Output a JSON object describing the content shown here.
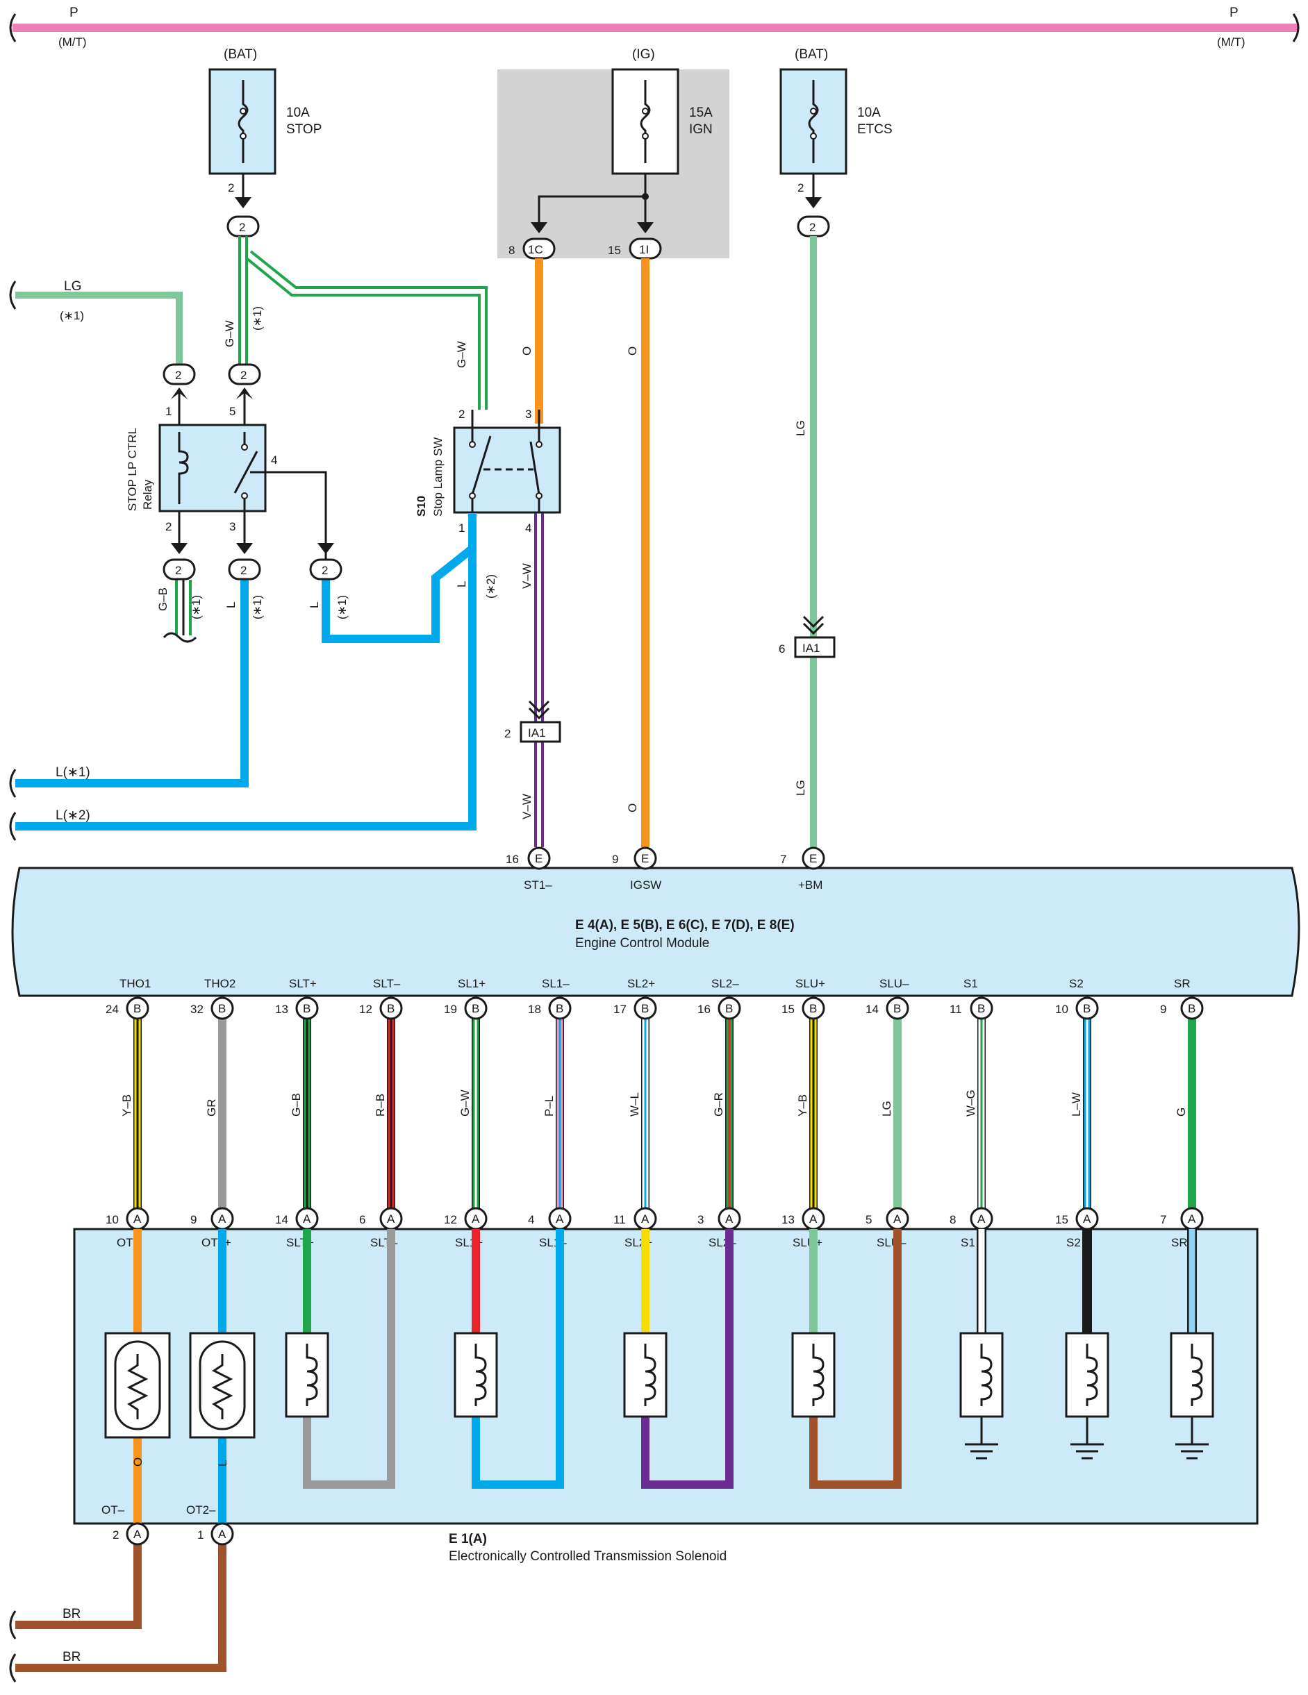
{
  "top_bus": {
    "label_left": "P",
    "label_right": "P",
    "sub_left": "(M/T)",
    "sub_right": "(M/T)"
  },
  "fuses": [
    {
      "source": "(BAT)",
      "rating": "10A",
      "name": "STOP",
      "out_pin": "2",
      "conn": "2"
    },
    {
      "source": "(IG)",
      "rating": "15A",
      "name": "IGN",
      "pin_a": "8",
      "conn_a": "1C",
      "pin_b": "15",
      "conn_b": "1I"
    },
    {
      "source": "(BAT)",
      "rating": "10A",
      "name": "ETCS",
      "out_pin": "2",
      "conn": "2"
    }
  ],
  "relay": {
    "title": "STOP LP CTRL",
    "subtitle": "Relay",
    "pins": {
      "p1": "1",
      "p5": "5",
      "p2": "2",
      "p3": "3",
      "p4": "4"
    },
    "conn": "2"
  },
  "stop_switch": {
    "code": "S10",
    "name": "Stop Lamp SW",
    "pins": {
      "p2": "2",
      "p3": "3",
      "p1": "1",
      "p4": "4"
    }
  },
  "left_wires": [
    {
      "color_code": "LG",
      "note": "(∗1)"
    },
    {
      "color_code": "L(∗1)"
    },
    {
      "color_code": "L(∗2)"
    }
  ],
  "wire_codes": {
    "gw_a": "G–W",
    "gw_a_note": "(∗1)",
    "gw_b": "G–W",
    "gb": "G–B",
    "gb_note": "(∗1)",
    "l_a": "L",
    "l_a_note": "(∗1)",
    "l_b": "L",
    "l_b_note": "(∗1)",
    "l_c": "L",
    "l_c_note": "(∗2)",
    "o_a": "O",
    "o_b": "O",
    "o_c": "O",
    "vw_a": "V–W",
    "vw_b": "V–W",
    "lg_a": "LG",
    "lg_b": "LG"
  },
  "junctions": [
    {
      "conn": "IA1",
      "pin": "2"
    },
    {
      "conn": "IA1",
      "pin": "6"
    }
  ],
  "ecm": {
    "title": "E 4(A), E 5(B), E 6(C), E 7(D), E 8(E)",
    "name": "Engine Control Module",
    "top_pins": [
      {
        "pin": "16",
        "conn": "E",
        "signal": "ST1–"
      },
      {
        "pin": "9",
        "conn": "E",
        "signal": "IGSW"
      },
      {
        "pin": "7",
        "conn": "E",
        "signal": "+BM"
      }
    ],
    "bottom_pins": [
      {
        "signal": "THO1",
        "pin": "24",
        "conn": "B",
        "wire": "Y–B",
        "c1": "#f5dd00",
        "c2": "#1a1a1a",
        "spin": "10"
      },
      {
        "signal": "THO2",
        "pin": "32",
        "conn": "B",
        "wire": "GR",
        "c1": "#9a9a9a",
        "c2": "",
        "spin": "9"
      },
      {
        "signal": "SLT+",
        "pin": "13",
        "conn": "B",
        "wire": "G–B",
        "c1": "#1fa64a",
        "c2": "#1a1a1a",
        "spin": "14"
      },
      {
        "signal": "SLT–",
        "pin": "12",
        "conn": "B",
        "wire": "R–B",
        "c1": "#e8232a",
        "c2": "#1a1a1a",
        "spin": "6"
      },
      {
        "signal": "SL1+",
        "pin": "19",
        "conn": "B",
        "wire": "G–W",
        "c1": "#1fa64a",
        "c2": "#ffffff",
        "spin": "12"
      },
      {
        "signal": "SL1–",
        "pin": "18",
        "conn": "B",
        "wire": "P–L",
        "c1": "#f39bc4",
        "c2": "#00a8ec",
        "spin": "4"
      },
      {
        "signal": "SL2+",
        "pin": "17",
        "conn": "B",
        "wire": "W–L",
        "c1": "#ffffff",
        "c2": "#00a8ec",
        "spin": "11"
      },
      {
        "signal": "SL2–",
        "pin": "16",
        "conn": "B",
        "wire": "G–R",
        "c1": "#1fa64a",
        "c2": "#e8232a",
        "spin": "3"
      },
      {
        "signal": "SLU+",
        "pin": "15",
        "conn": "B",
        "wire": "Y–B",
        "c1": "#f5dd00",
        "c2": "#1a1a1a",
        "spin": "13"
      },
      {
        "signal": "SLU–",
        "pin": "14",
        "conn": "B",
        "wire": "LG",
        "c1": "#7fc79a",
        "c2": "",
        "spin": "5"
      },
      {
        "signal": "S1",
        "pin": "11",
        "conn": "B",
        "wire": "W–G",
        "c1": "#ffffff",
        "c2": "#1fa64a",
        "spin": "8"
      },
      {
        "signal": "S2",
        "pin": "10",
        "conn": "B",
        "wire": "L–W",
        "c1": "#00a8ec",
        "c2": "#ffffff",
        "spin": "15"
      },
      {
        "signal": "SR",
        "pin": "9",
        "conn": "B",
        "wire": "G",
        "c1": "#1fa64a",
        "c2": "",
        "spin": "7"
      }
    ]
  },
  "solenoid": {
    "title": "E 1(A)",
    "name": "Electronically Controlled Transmission Solenoid",
    "conn": "A",
    "inner": [
      {
        "signal": "OT+",
        "wire": "O",
        "color": "#f7941d"
      },
      {
        "signal": "OT2+",
        "wire": "L",
        "color": "#00a8ec"
      },
      {
        "signal": "SLT+",
        "wire": "G",
        "color": "#1fa64a"
      },
      {
        "signal": "SLT–",
        "wire": "GR",
        "color": "#9a9a9a"
      },
      {
        "signal": "SL1+",
        "wire": "R",
        "color": "#e8232a"
      },
      {
        "signal": "SL1–",
        "wire": "L",
        "color": "#00a8ec"
      },
      {
        "signal": "SL2+",
        "wire": "Y",
        "color": "#f5dd00"
      },
      {
        "signal": "SL2–",
        "wire": "V",
        "color": "#6a2c91"
      },
      {
        "signal": "SLU+",
        "wire": "LG",
        "color": "#7fc79a"
      },
      {
        "signal": "SLU–",
        "wire": "BR",
        "color": "#a0522d"
      },
      {
        "signal": "S1",
        "wire": "W",
        "color": "#ffffff"
      },
      {
        "signal": "S2",
        "wire": "B",
        "color": "#1a1a1a"
      },
      {
        "signal": "SR",
        "wire": "SB",
        "color": "#8fd3f5"
      }
    ],
    "bottom_pins": [
      {
        "signal": "OT–",
        "pin": "2",
        "wire": "O"
      },
      {
        "signal": "OT2–",
        "pin": "1",
        "wire": "L"
      }
    ]
  },
  "bottom_wires": [
    {
      "color_code": "BR"
    },
    {
      "color_code": "BR"
    }
  ],
  "colors": {
    "P": "#ec7fb5",
    "LG": "#7fc79a",
    "G": "#1fa64a",
    "L": "#00a8ec",
    "O": "#f7941d",
    "V": "#6a2c91",
    "BR": "#a0522d",
    "GR": "#9a9a9a",
    "module_fill": "#cceaf8"
  }
}
